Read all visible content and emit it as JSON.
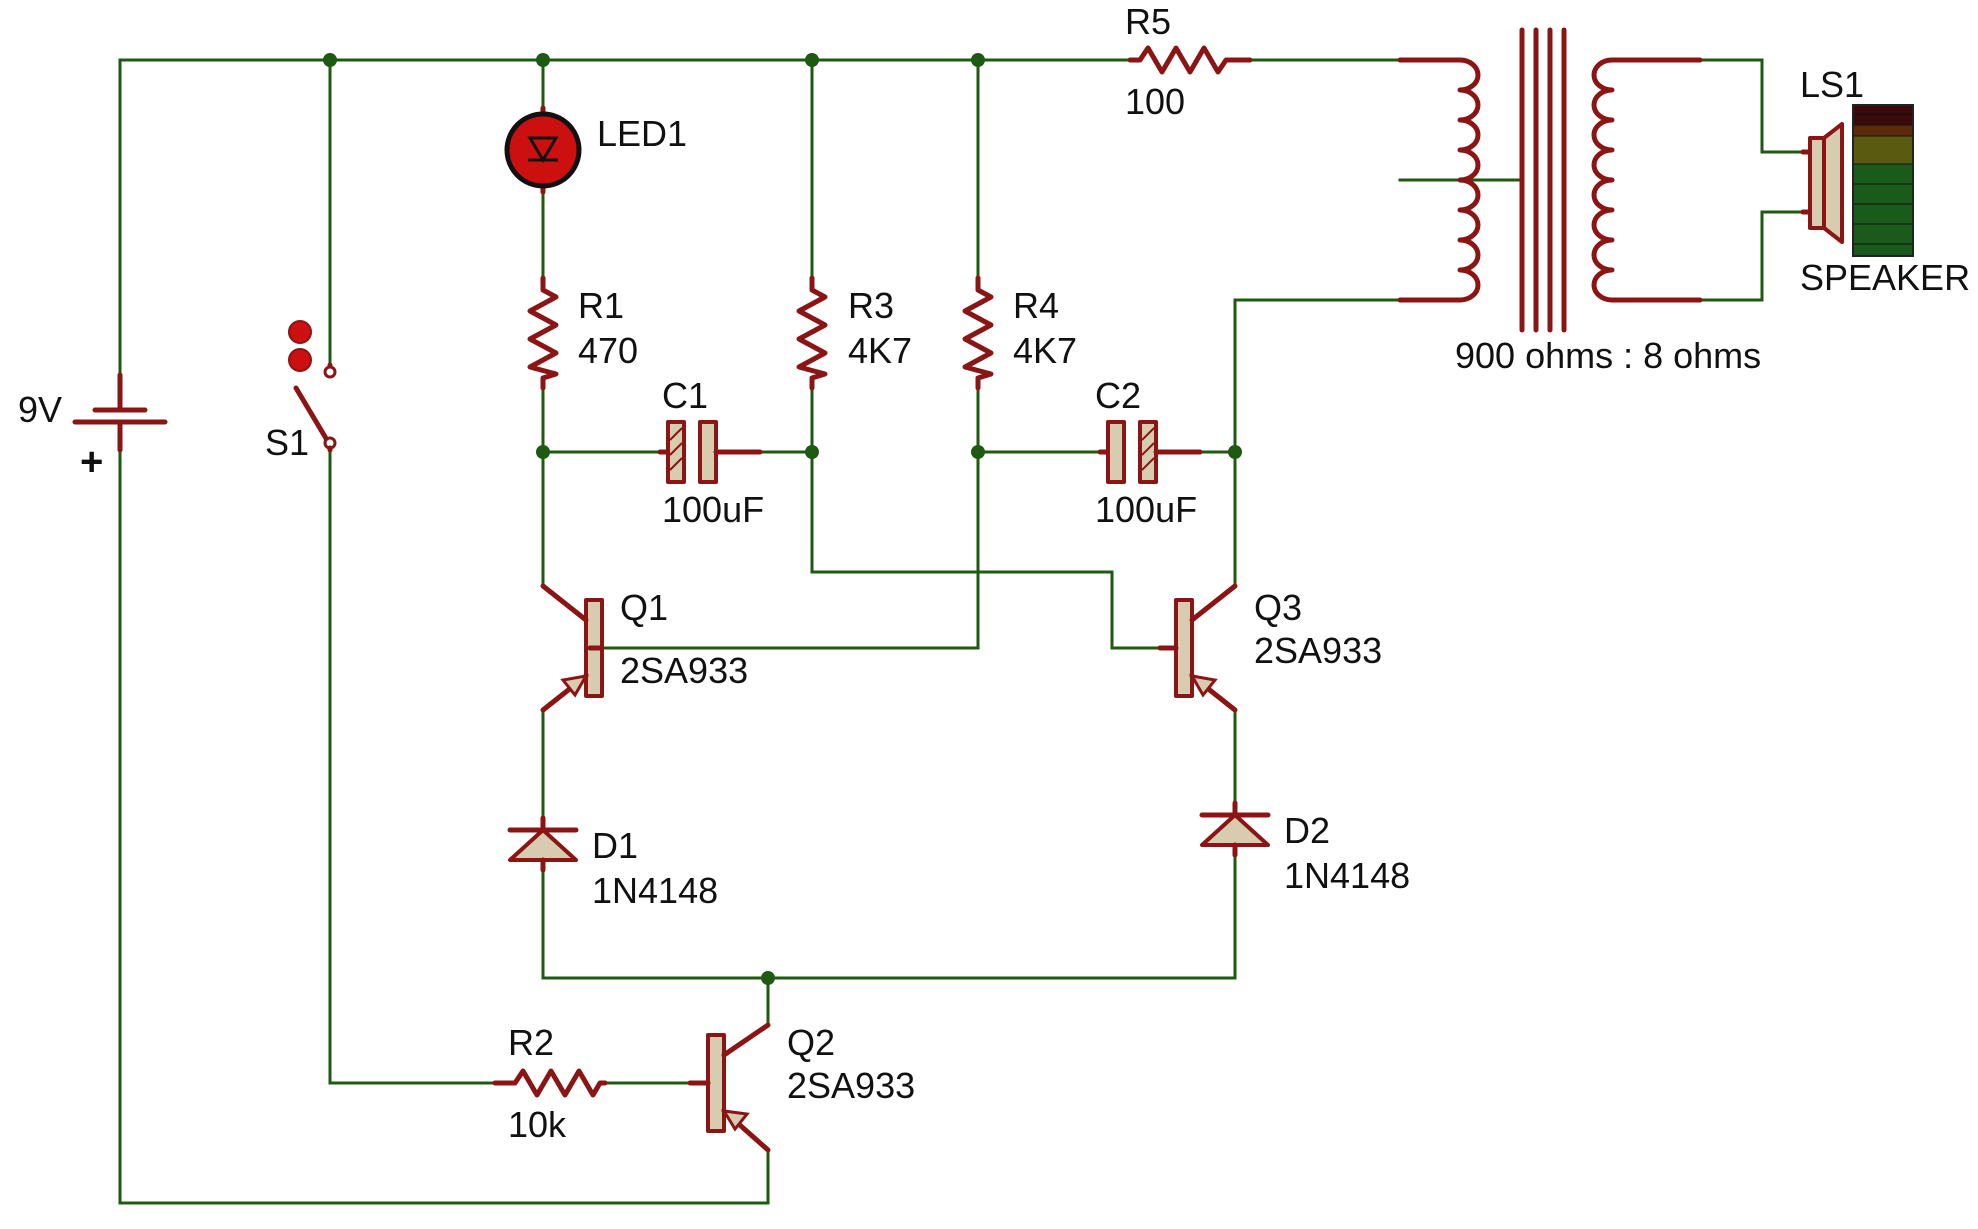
{
  "battery": {
    "name": "9V",
    "polarity": "+"
  },
  "switch": {
    "name": "S1"
  },
  "led": {
    "name": "LED1"
  },
  "resistors": [
    {
      "ref": "R1",
      "value": "470"
    },
    {
      "ref": "R2",
      "value": "10k"
    },
    {
      "ref": "R3",
      "value": "4K7"
    },
    {
      "ref": "R4",
      "value": "4K7"
    },
    {
      "ref": "R5",
      "value": "100"
    }
  ],
  "capacitors": [
    {
      "ref": "C1",
      "value": "100uF"
    },
    {
      "ref": "C2",
      "value": "100uF"
    }
  ],
  "transistors": [
    {
      "ref": "Q1",
      "value": "2SA933"
    },
    {
      "ref": "Q2",
      "value": "2SA933"
    },
    {
      "ref": "Q3",
      "value": "2SA933"
    }
  ],
  "diodes": [
    {
      "ref": "D1",
      "value": "1N4148"
    },
    {
      "ref": "D2",
      "value": "1N4148"
    }
  ],
  "transformer": {
    "ratio": "900 ohms : 8 ohms"
  },
  "speaker": {
    "ref": "LS1",
    "value": "SPEAKER"
  },
  "colors": {
    "wire": "#1f5a12",
    "component": "#8b1414",
    "fill": "#d8ccb0",
    "led_body": "#cc1010"
  }
}
